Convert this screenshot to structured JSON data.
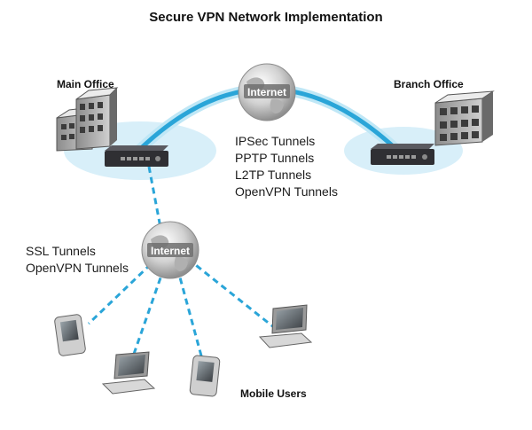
{
  "title": "Secure VPN Network Implementation",
  "sites": {
    "main_office": "Main Office",
    "branch_office": "Branch Office",
    "mobile_users": "Mobile Users"
  },
  "internet_label": "Internet",
  "site_to_site_tunnels": [
    "IPSec Tunnels",
    "PPTP Tunnels",
    "L2TP Tunnels",
    "OpenVPN Tunnels"
  ],
  "remote_tunnels": [
    "SSL Tunnels",
    "OpenVPN Tunnels"
  ],
  "colors": {
    "tunnel": "#2aa5d8",
    "tunnel_glow": "#bfe7f6",
    "office_disc": "#d8eff9",
    "router": "#2f2f33",
    "globe": "#bdbdbd"
  }
}
